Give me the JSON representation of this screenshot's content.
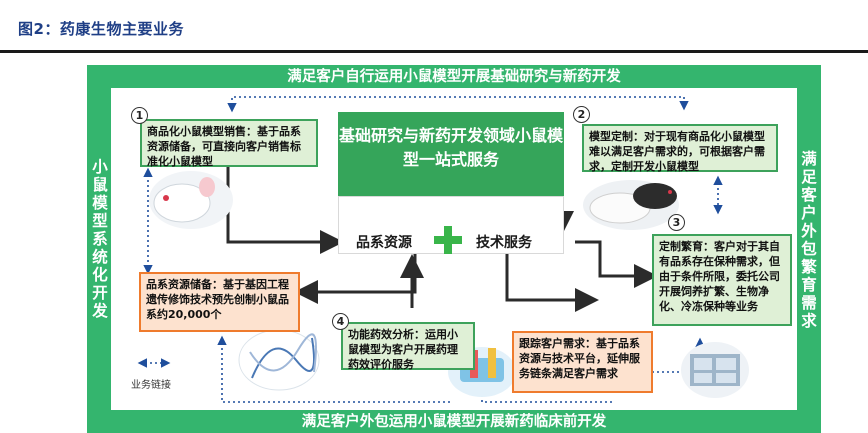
{
  "figure": {
    "title": "图2：药康生物主要业务"
  },
  "bands": {
    "top": "满足客户自行运用小鼠模型开展基础研究与新药开发",
    "bottom": "满足客户外包运用小鼠模型开展新药临床前开发",
    "left": "小鼠模型系统化开发",
    "right": "满足客户外包繁育需求"
  },
  "center": {
    "heading": "基础研究与新药开发领域小鼠模型一站式服务",
    "left_term": "品系资源",
    "right_term": "技术服务",
    "plus_icon": "plus-icon"
  },
  "boxes": {
    "sales": {
      "number": "1",
      "text": "商品化小鼠模型销售：基于品系资源储备，可直接向客户销售标准化小鼠模型"
    },
    "custom": {
      "number": "2",
      "text": "模型定制：对于现有商品化小鼠模型难以满足客户需求的，可根据客户需求，定制开发小鼠模型"
    },
    "breeding": {
      "number": "3",
      "text": "定制繁育：客户对于其自有品系存在保种需求，但由于条件所限，委托公司开展饲养扩繁、生物净化、冷冻保种等业务"
    },
    "efficacy": {
      "number": "4",
      "text": "功能药效分析：运用小鼠模型为客户开展药理药效评价服务"
    },
    "reserve": {
      "text": "品系资源储备：基于基因工程遗传修饰技术预先创制小鼠品系约20,000个"
    },
    "tracking": {
      "text": "跟踪客户需求：基于品系资源与技术平台，延伸服务链条满足客户需求"
    }
  },
  "legend": {
    "label": "业务链接",
    "icon": "dotted-double-arrow-icon"
  },
  "colors": {
    "frame_green": "#34b56e",
    "center_green": "#35a55a",
    "box_green_fill": "#dff0d6",
    "box_orange_border": "#ef7b2d",
    "box_orange_fill": "#fde2cf",
    "title_blue": "#1f3f86",
    "link_blue": "#1f4e9c"
  }
}
